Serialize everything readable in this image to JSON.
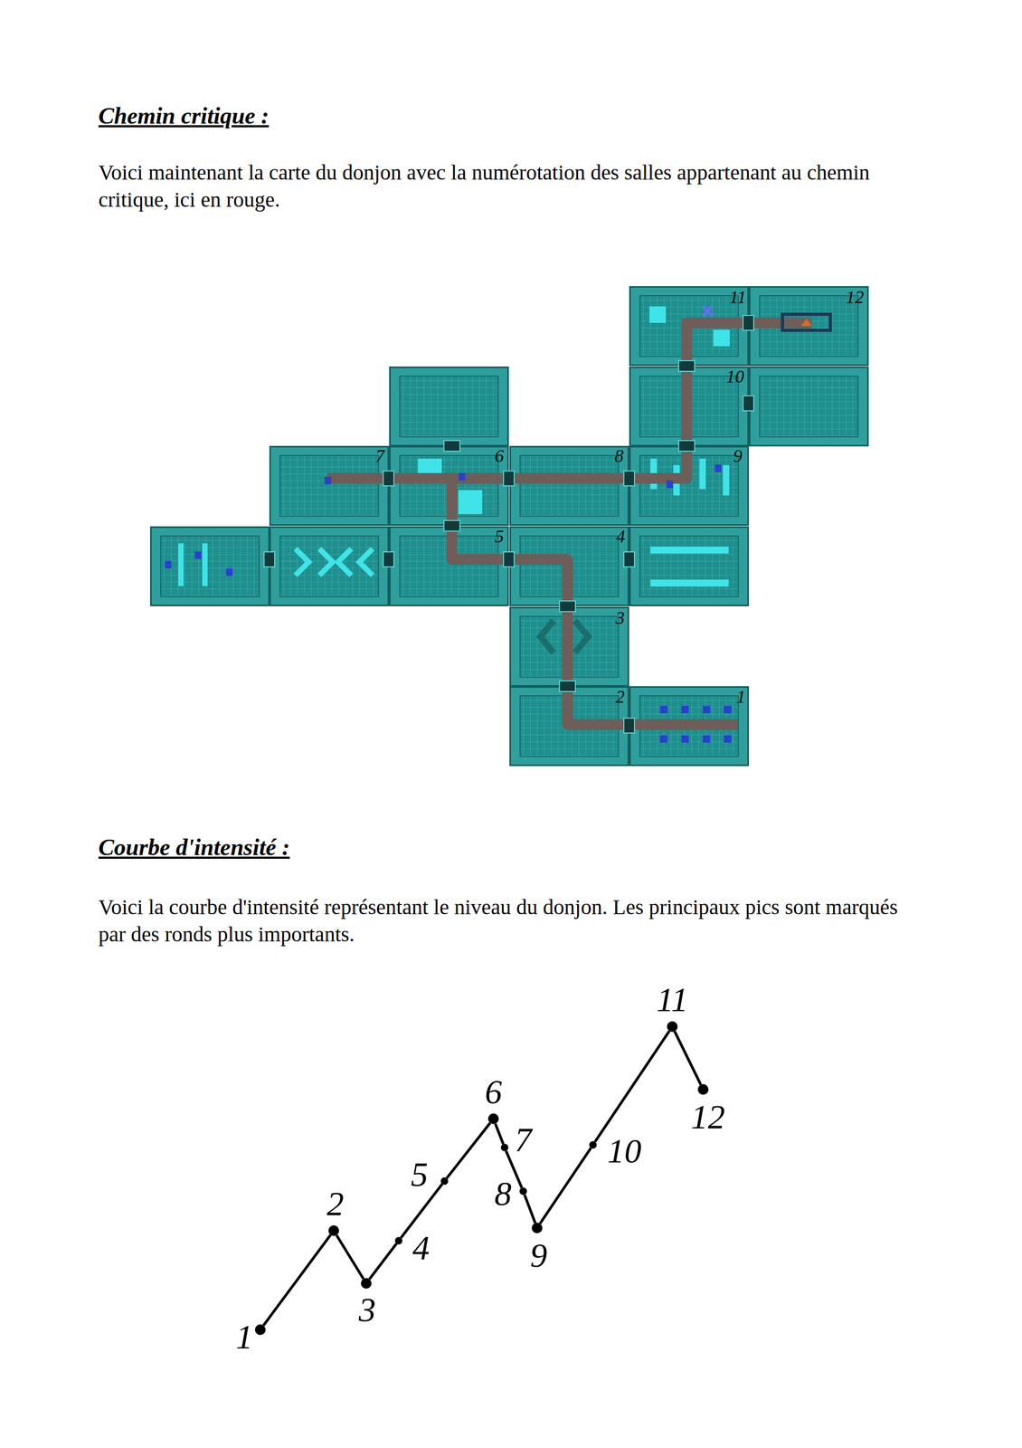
{
  "diagram": {
    "title": "Chemin critique :",
    "nodes": [
      {
        "text": [
          "1"
        ]
      },
      {
        "text": [
          "2"
        ]
      },
      {
        "text": [
          "3"
        ]
      },
      {
        "text": [
          "4"
        ]
      },
      {
        "text": [
          "5"
        ]
      },
      {
        "text": [
          "6"
        ]
      },
      {
        "text": [
          "7"
        ]
      },
      {
        "text": [
          "8"
        ]
      },
      {
        "text": [
          "9"
        ]
      },
      {
        "text": [
          "10"
        ]
      },
      {
        "text": [
          "11"
        ]
      },
      {
        "text": [
          "12"
        ]
      }
    ],
    "edges": [
      {
        "from": 0,
        "to": 1,
        "arrow": "none"
      },
      {
        "from": 1,
        "to": 2,
        "arrow": "none"
      },
      {
        "from": 2,
        "to": 3,
        "arrow": "none"
      },
      {
        "from": 3,
        "to": 4,
        "arrow": "none"
      },
      {
        "from": 4,
        "to": 5,
        "arrow": "none"
      },
      {
        "from": 5,
        "to": 6,
        "arrow": "none"
      },
      {
        "from": 6,
        "to": 7,
        "arrow": "none"
      },
      {
        "from": 7,
        "to": 8,
        "arrow": "none"
      },
      {
        "from": 8,
        "to": 9,
        "arrow": "none"
      },
      {
        "from": 9,
        "to": 10,
        "arrow": "none"
      },
      {
        "from": 10,
        "to": 11,
        "arrow": "none"
      }
    ],
    "labels": [
      "Voici maintenant la carte du donjon avec la numérotation des salles appartenant au chemin critique, ici en rouge.",
      "11",
      "12",
      "10",
      "7",
      "6",
      "8",
      "9",
      "5",
      "4",
      "3",
      "2",
      "1",
      "Courbe d'intensité :",
      "Voici la courbe d'intensité représentant le niveau du donjon. Les principaux pics sont marqués par des ronds plus importants."
    ]
  }
}
